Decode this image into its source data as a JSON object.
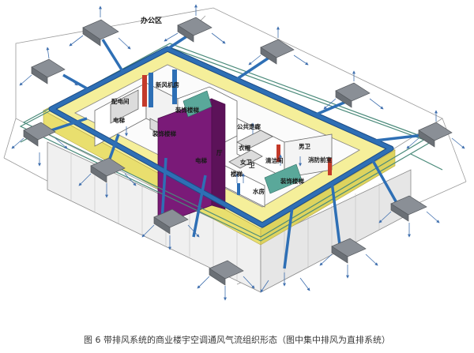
{
  "labels": {
    "office_area": "办公区",
    "fresh_air_room": "新风机房",
    "distribution_room": "配电间",
    "elevator": "电梯",
    "escalator_a": "装饰楼梯",
    "escalator_b": "装饰楼梯",
    "escalator_c": "装饰楼梯",
    "public_corridor": "公共走廊",
    "lobby": "厅",
    "lobby_2": "电梯",
    "stair": "楼梯",
    "restroom": "卫",
    "cleaning": "清洁间",
    "mens_room": "男卫",
    "womens_room": "女卫",
    "fire_control": "消防前室",
    "water_room": "水房",
    "washroom": "衣帽"
  },
  "caption": "图 6 带排风系统的商业楼宇空调通风气流组织形态（图中集中排风为直排系统）",
  "colors": {
    "duct": "#2e6fb5",
    "duct_edge": "#1d4c85",
    "ceiling_band": "#f5ef9a",
    "atrium_wall": "#7a1a78",
    "diffuser": "#8a8f96",
    "arrow": "#3f6fae",
    "teal_pipe": "#4a8a7a"
  }
}
